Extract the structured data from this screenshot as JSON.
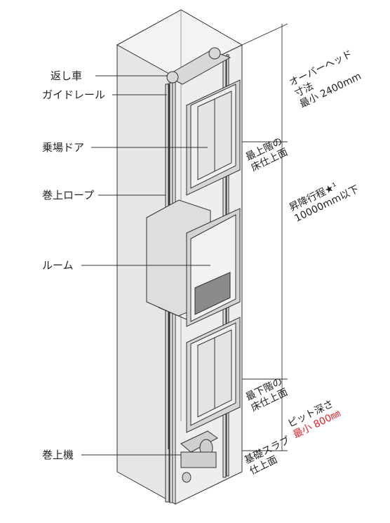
{
  "labels": {
    "return_sheave": "返し車",
    "guide_rail": "ガイドレール",
    "hall_door": "乗場ドア",
    "hoist_rope": "巻上ロープ",
    "car_room": "ルーム",
    "hoist_machine": "巻上機"
  },
  "floor_labels": {
    "top_floor": [
      "最上階の",
      "床仕上面"
    ],
    "bottom_floor": [
      "最下階の",
      "床仕上面"
    ],
    "foundation_slab": [
      "基礎スラブ",
      "仕上面"
    ]
  },
  "dimensions": {
    "overhead": [
      "オーバーヘッド",
      "寸法",
      "最小 2400mm"
    ],
    "travel": [
      "昇降行程★¹",
      "10000mm以下"
    ],
    "pit_depth_title": "ピット深さ",
    "pit_depth_value": "最小 800㎜"
  },
  "colors": {
    "line": "#333333",
    "shaft_fill": "#e9e9e9",
    "door_fill": "#e2e2e2",
    "highlight": "#e0222a"
  }
}
